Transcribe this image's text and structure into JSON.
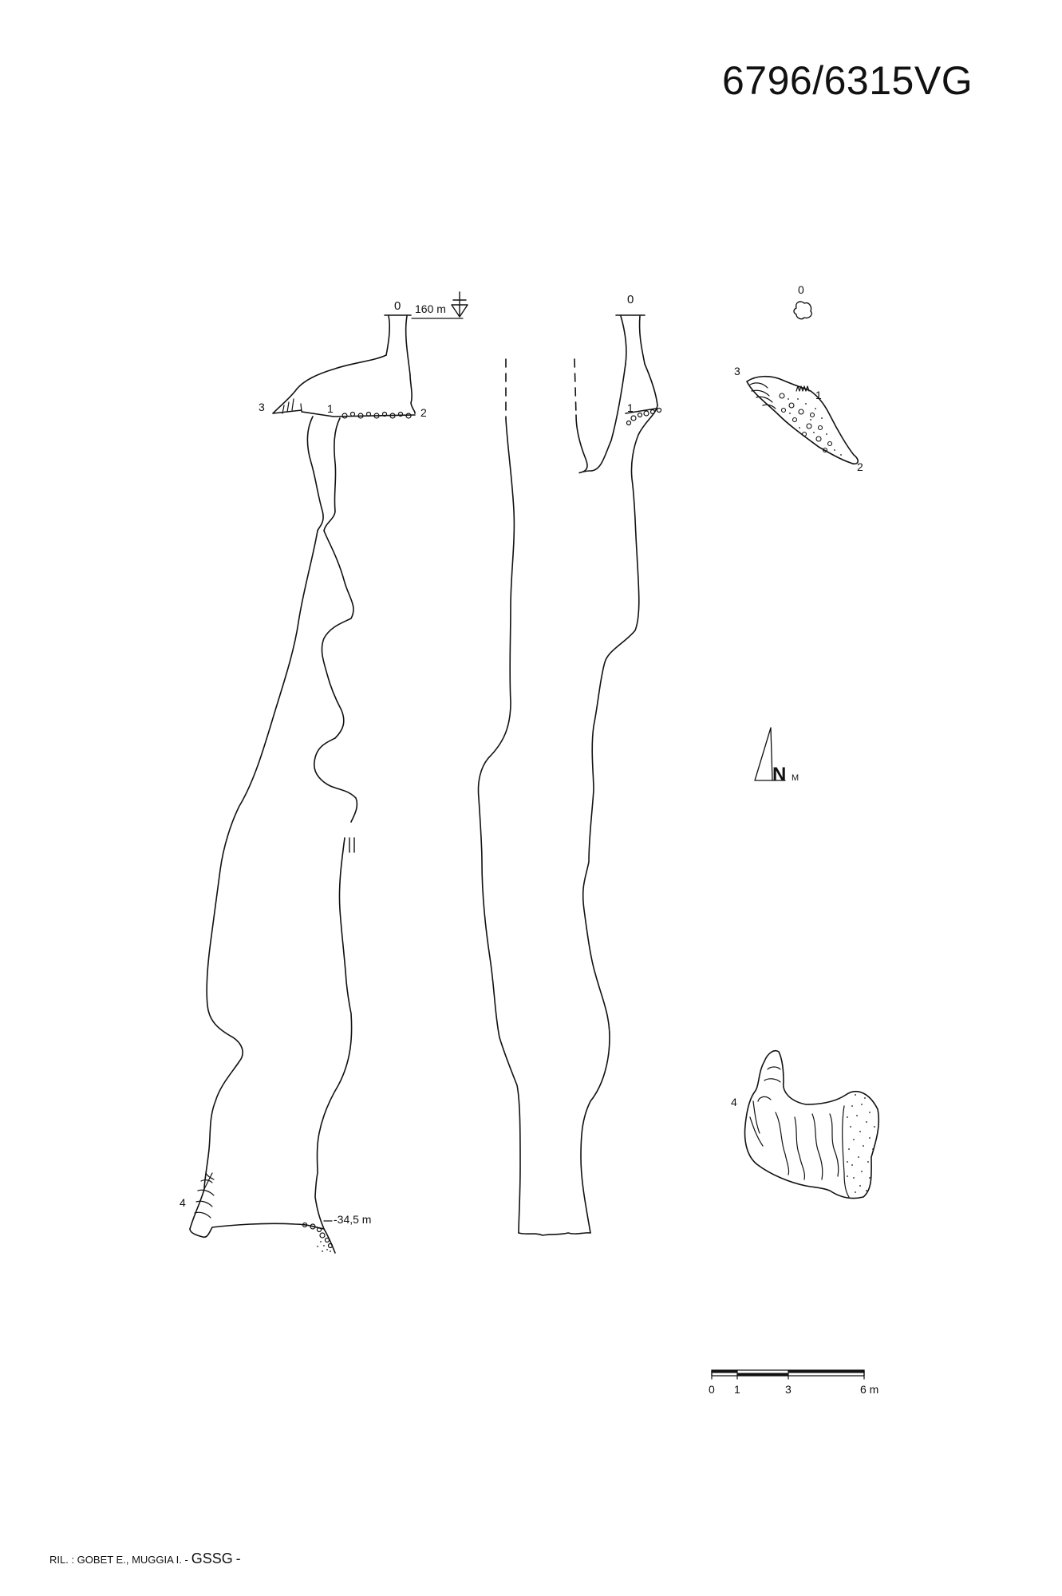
{
  "header": {
    "cave_id": "6796/6315VG"
  },
  "section_a": {
    "station_0": "0",
    "entrance_elevation": "160 m",
    "station_1": "1",
    "station_2": "2",
    "station_3": "3",
    "station_4": "4",
    "bottom_depth": "-34,5 m"
  },
  "section_b": {
    "station_0": "0",
    "station_1": "1"
  },
  "plan_top": {
    "station_0": "0",
    "station_1": "1",
    "station_2": "2",
    "station_3": "3"
  },
  "plan_bottom": {
    "station_4": "4"
  },
  "north": {
    "letter": "N",
    "sub": "M"
  },
  "scale": {
    "labels": [
      "0",
      "1",
      "3",
      "6 m"
    ]
  },
  "footer": {
    "lead": "RIL. : GOBET E., MUGGIA I. -",
    "org": "GSSG",
    "tail": "-"
  }
}
